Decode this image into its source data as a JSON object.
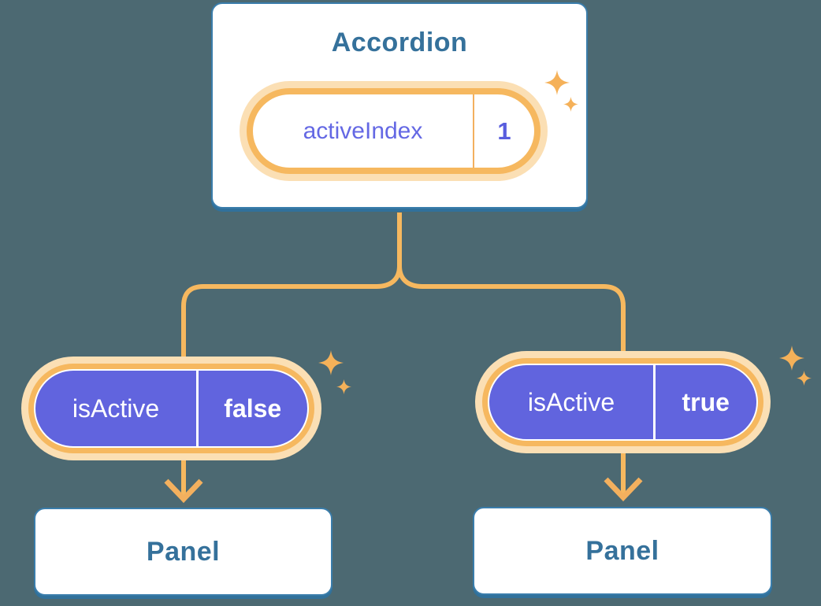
{
  "diagram": {
    "description": "Component tree: Accordion with state passing props to two Panels",
    "root": {
      "title": "Accordion",
      "prop": {
        "name": "activeIndex",
        "value": "1"
      }
    },
    "children": [
      {
        "prop": {
          "name": "isActive",
          "value": "false"
        },
        "panel_label": "Panel"
      },
      {
        "prop": {
          "name": "isActive",
          "value": "true"
        },
        "panel_label": "Panel"
      }
    ]
  },
  "icons": {
    "sparkle_large": "sparkle-icon",
    "sparkle_small": "sparkle-icon"
  },
  "colors": {
    "background": "#4C6972",
    "box_border_blue": "#3A7DAB",
    "box_shadow_blue": "#31719B",
    "heading_blue": "#35719B",
    "ring_pale_orange": "#FBDFB4",
    "ring_orange": "#F6B85F",
    "connector_orange": "#F6B85F",
    "divider_orange": "#F3B05E",
    "pill_purple": "#6164DE",
    "state_text_purple": "#6468E4",
    "value_text_purple": "#585DDE",
    "white": "#FFFFFF"
  }
}
